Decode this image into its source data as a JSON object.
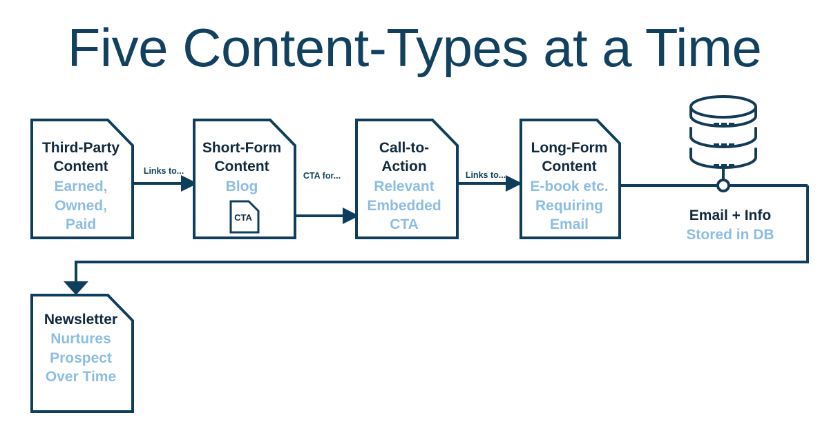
{
  "page": {
    "title": "Five Content-Types at a Time",
    "background_color": "#ffffff",
    "accent_dark": "#0e3e5c",
    "accent_light": "#8cbde2",
    "title_color": "#12405f"
  },
  "nodes": [
    {
      "id": "third-party-content",
      "shape": "document",
      "title": "Third-Party\nContent",
      "title_lines": [
        "Third-Party",
        "Content"
      ],
      "subtitle_lines": [
        "Earned,",
        "Owned,",
        "Paid"
      ]
    },
    {
      "id": "short-form-content",
      "shape": "document",
      "title_lines": [
        "Short-Form",
        "Content"
      ],
      "subtitle_lines": [
        "Blog"
      ],
      "inner_badge": {
        "id": "cta-doc",
        "label": "CTA",
        "shape": "document"
      }
    },
    {
      "id": "call-to-action",
      "shape": "document",
      "title_lines": [
        "Call-to-",
        "Action"
      ],
      "subtitle_lines": [
        "Relevant",
        "Embedded",
        "CTA"
      ]
    },
    {
      "id": "long-form-content",
      "shape": "document",
      "title_lines": [
        "Long-Form",
        "Content"
      ],
      "subtitle_lines": [
        "E-book etc.",
        "Requiring",
        "Email"
      ]
    },
    {
      "id": "database",
      "shape": "cylinder-stack",
      "layers": 3,
      "layer_glyph": "...",
      "title_lines": [
        "Email + Info"
      ],
      "subtitle_lines": [
        "Stored in DB"
      ]
    },
    {
      "id": "newsletter",
      "shape": "document",
      "title_lines": [
        "Newsletter"
      ],
      "subtitle_lines": [
        "Nurtures",
        "Prospect",
        "Over Time"
      ]
    }
  ],
  "edges": [
    {
      "id": "edge-third-to-short",
      "from": "third-party-content",
      "to": "short-form-content",
      "label": "Links to..."
    },
    {
      "id": "edge-cta-to-call",
      "from": "cta-doc",
      "to": "call-to-action",
      "label": "CTA for..."
    },
    {
      "id": "edge-call-to-long",
      "from": "call-to-action",
      "to": "long-form-content",
      "label": "Links to..."
    },
    {
      "id": "edge-long-to-database",
      "from": "long-form-content",
      "to": "database",
      "label": ""
    },
    {
      "id": "edge-database-to-newsletter",
      "from": "database",
      "to": "newsletter",
      "label": ""
    }
  ]
}
